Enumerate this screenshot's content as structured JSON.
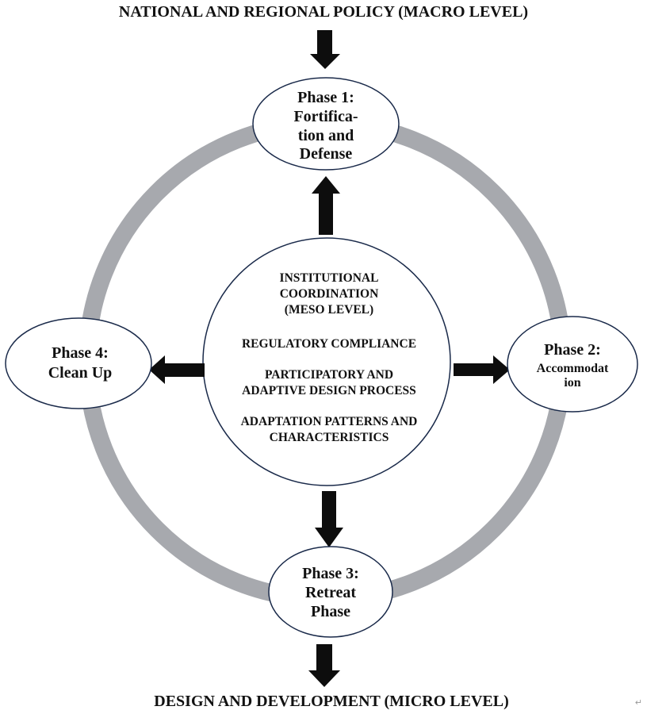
{
  "top_label": "NATIONAL AND REGIONAL POLICY (MACRO LEVEL)",
  "bottom_label": "DESIGN AND DEVELOPMENT (MICRO LEVEL)",
  "center": {
    "lines": [
      "INSTITUTIONAL",
      "COORDINATION",
      "(MESO LEVEL)",
      "REGULATORY COMPLIANCE",
      "PARTICIPATORY AND",
      "ADAPTIVE DESIGN PROCESS",
      "ADAPTATION PATTERNS AND",
      "CHARACTERISTICS"
    ]
  },
  "phases": {
    "phase1": {
      "lines": [
        "Phase 1:",
        "Fortifica-",
        "tion and",
        "Defense"
      ]
    },
    "phase2": {
      "lines": [
        "Phase 2:",
        "Accommodat",
        "ion"
      ]
    },
    "phase3": {
      "lines": [
        "Phase 3:",
        "Retreat",
        "Phase"
      ]
    },
    "phase4": {
      "lines": [
        "Phase 4:",
        "Clean Up"
      ]
    }
  },
  "corner_mark": "↵",
  "colors": {
    "ring": "#a7a9ae",
    "stroke": "#1a2a4a",
    "arrow": "#0d0d0d"
  }
}
